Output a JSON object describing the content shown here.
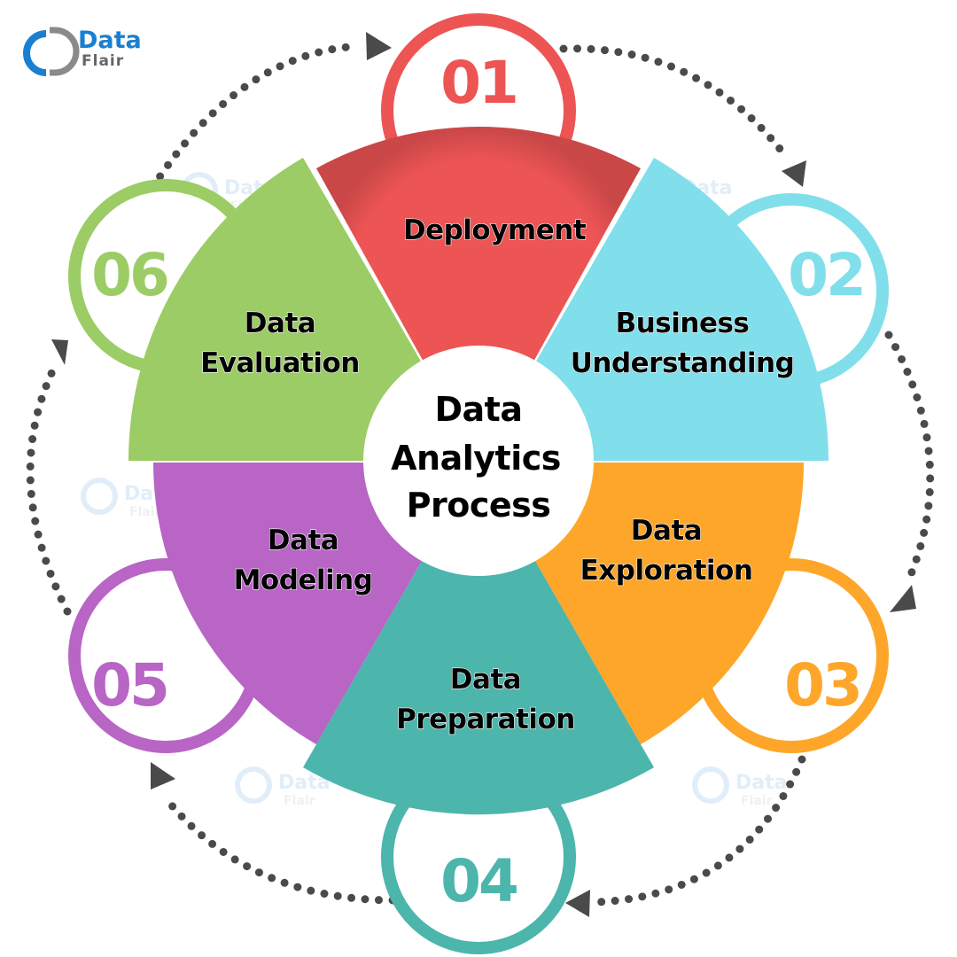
{
  "logo": {
    "line1": "Data",
    "line2": "Flair"
  },
  "title": {
    "line1": "Data",
    "line2": "Analytics",
    "line3": "Process"
  },
  "steps": [
    {
      "number": "01",
      "label_line1": "Deployment",
      "label_line2": "",
      "color": "#ed5454"
    },
    {
      "number": "02",
      "label_line1": "Business",
      "label_line2": "Understanding",
      "color": "#80dfea"
    },
    {
      "number": "03",
      "label_line1": "Data",
      "label_line2": "Exploration",
      "color": "#fea629"
    },
    {
      "number": "04",
      "label_line1": "Data",
      "label_line2": "Preparation",
      "color": "#4cb5ac"
    },
    {
      "number": "05",
      "label_line1": "Data",
      "label_line2": "Modeling",
      "color": "#b865c6"
    },
    {
      "number": "06",
      "label_line1": "Data",
      "label_line2": "Evaluation",
      "color": "#9ccc65"
    }
  ],
  "watermark": {
    "line1": "Data",
    "line2": "Flair"
  },
  "colors": {
    "arrow": "#4a4a4a",
    "background": "#ffffff"
  }
}
